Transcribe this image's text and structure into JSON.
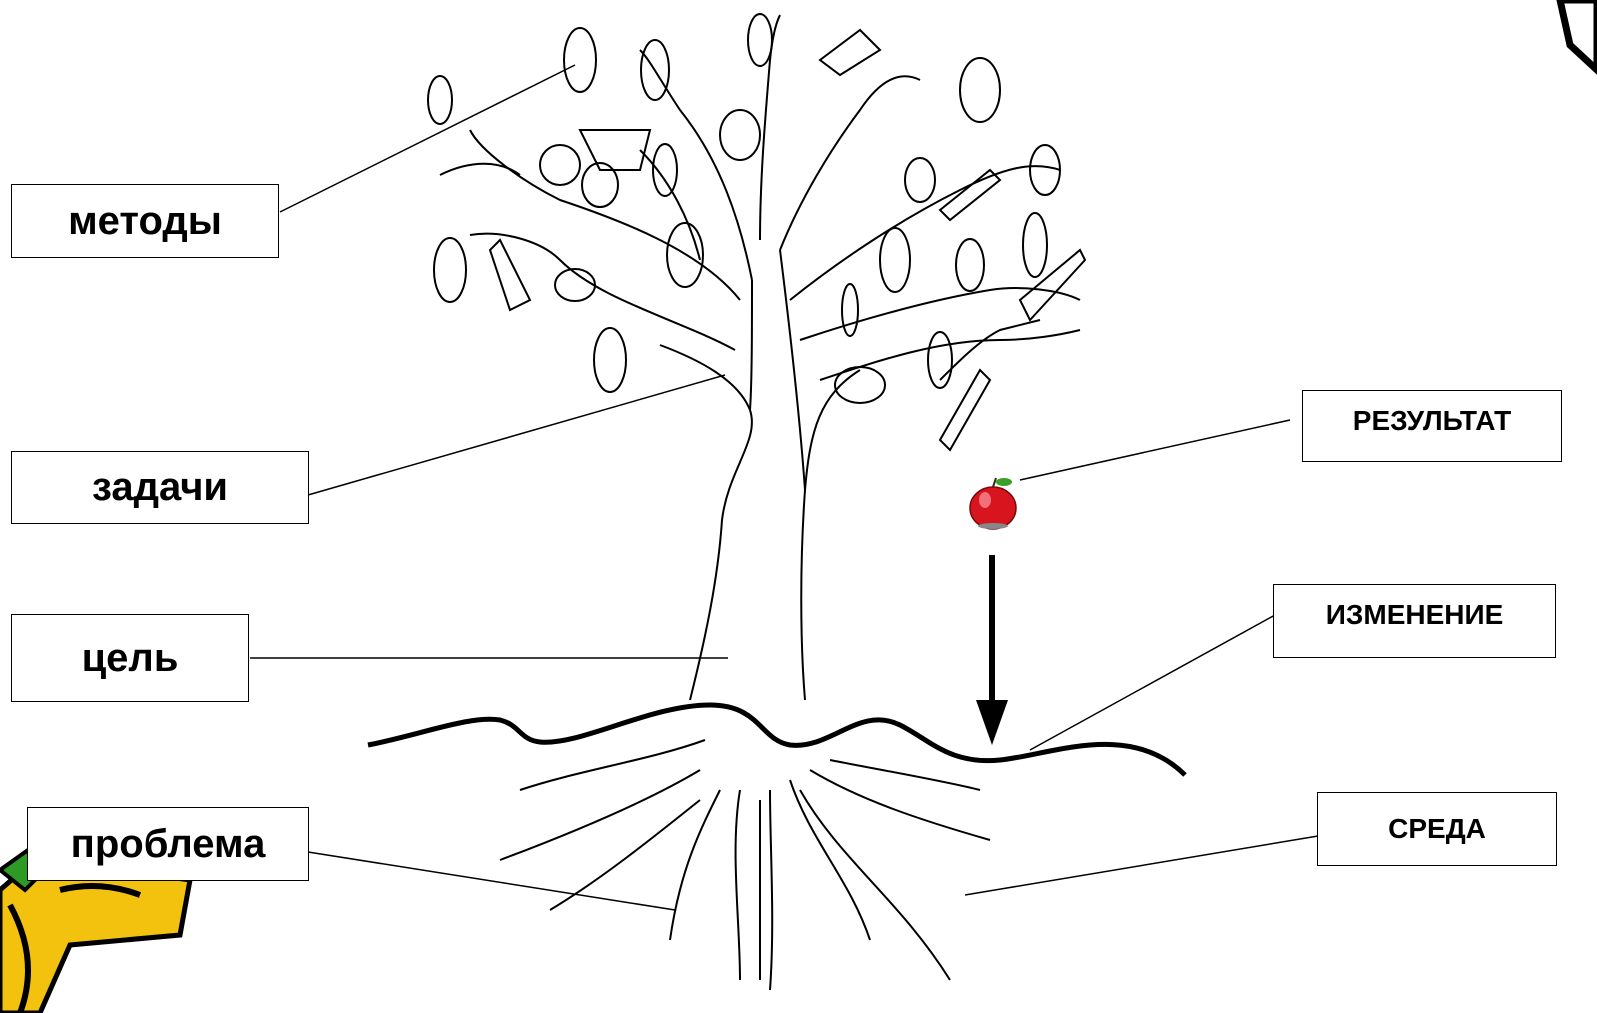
{
  "labels": {
    "methods": "методы",
    "tasks": "задачи",
    "goal": "цель",
    "problem": "проблема",
    "result": "РЕЗУЛЬТАТ",
    "change": "ИЗМЕНЕНИЕ",
    "environment": "СРЕДА"
  },
  "icons": {
    "fruit": "apple-icon",
    "arrow": "down-arrow-icon",
    "corner_left": "clipart-decoration-icon",
    "corner_right": "clipart-decoration-icon"
  },
  "colors": {
    "line": "#000000",
    "apple": "#d8141e",
    "leaf": "#3aa02a",
    "clip_yellow": "#f2c20f",
    "clip_green": "#2e9a26"
  }
}
